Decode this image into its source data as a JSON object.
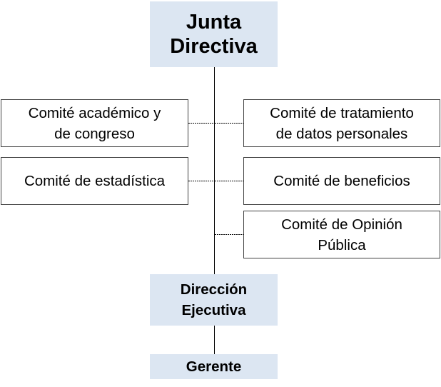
{
  "chart": {
    "title_box": "Junta\nDirectiva",
    "committees_left": [
      "Comité académico y\nde congreso",
      "Comité de estadística"
    ],
    "committees_right": [
      "Comité de tratamiento\nde datos personales",
      "Comité de beneficios",
      "Comité de Opinión\nPública"
    ],
    "direction_box": "Dirección\nEjecutiva",
    "manager_box": "Gerente"
  },
  "colors": {
    "primary_box_fill": "#dce6f2",
    "committee_border": "#404040",
    "line": "#000000"
  }
}
